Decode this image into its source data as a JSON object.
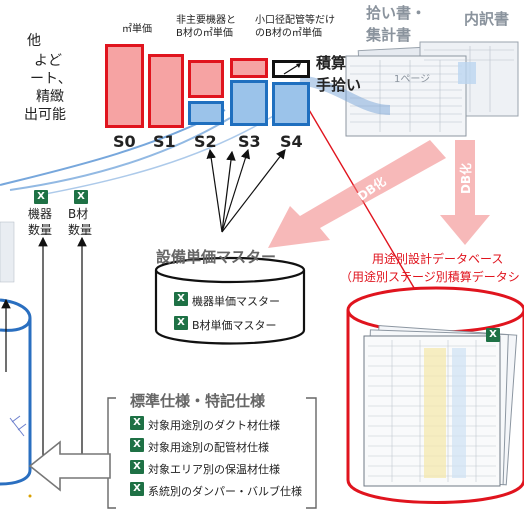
{
  "left_text": {
    "l1": "他",
    "l2": "よど",
    "l3": "ート、",
    "l4": "精緻",
    "l5": "出可能"
  },
  "stage_labels": [
    "S0",
    "S1",
    "S2",
    "S3",
    "S4"
  ],
  "top_labels": {
    "m2_price": "㎡単価",
    "non_main": "非主要機器と\nB材の㎡単価",
    "small_pipe": "小口径配管等だけ\nのB材の㎡単価"
  },
  "estimate": {
    "line1": "積算",
    "line2": "手拾い"
  },
  "docs": {
    "pickup": "拾い書・\n集計書",
    "breakdown": "内訳書",
    "page_text": "1ページ"
  },
  "db_arrow_left": "DB化",
  "db_arrow_right": "DB化",
  "quantity_labels": {
    "equipment": "機器\n数量",
    "bmat": "B材\n数量"
  },
  "unit_price_master": {
    "title": "設備単価マスター",
    "items": [
      "機器単価マスター",
      "B材単価マスター"
    ]
  },
  "usage_db": {
    "title1": "用途別設計データベース",
    "title2": "（用途別ステージ別積算データシ"
  },
  "standard_spec": {
    "title": "標準仕様・特記仕様",
    "items": [
      "対象用途別のダクト材仕様",
      "対象用途別の配管材仕様",
      "対象エリア別の保温材仕様",
      "系統別のダンパー・バルブ仕様"
    ]
  },
  "excel_icon_letter": "X",
  "colors": {
    "red": "#e0141e",
    "blue": "#1f6fbf",
    "pink": "#f2a0a0",
    "excel": "#1e7145"
  }
}
